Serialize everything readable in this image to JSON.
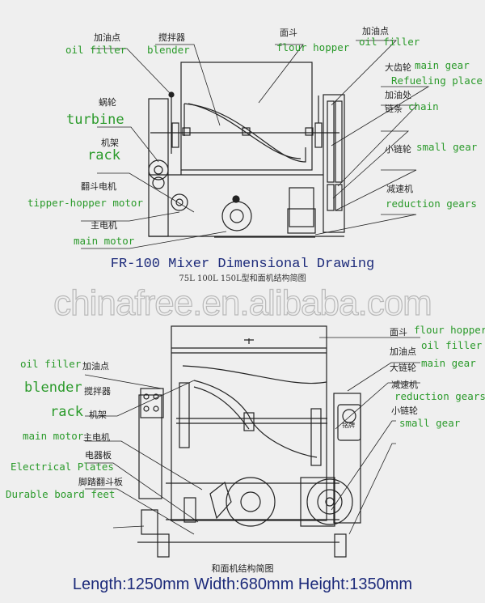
{
  "top_diagram": {
    "labels": {
      "oil_filler_left_cn": "加油点",
      "oil_filler_left_en": "oil filler",
      "blender_cn": "搅拌器",
      "blender_en": "blender",
      "flour_hopper_cn": "面斗",
      "flour_hopper_en": "flour hopper",
      "oil_filler_right_cn": "加油点",
      "oil_filler_right_en": "oil filler",
      "main_gear_cn": "大齿轮",
      "main_gear_en": "main gear",
      "refueling_en": "Refueling place",
      "refueling_cn": "加油处",
      "chain_cn": "链条",
      "chain_en": "chain",
      "turbine_cn": "蜗轮",
      "turbine_en": "turbine",
      "rack_cn": "机架",
      "rack_en": "rack",
      "small_gear_cn": "小链轮",
      "small_gear_en": "small gear",
      "tipper_motor_cn": "翻斗电机",
      "tipper_motor_en": "tipper-hopper motor",
      "reduction_cn": "减速机",
      "reduction_en": "reduction gears",
      "main_motor_cn": "主电机",
      "main_motor_en": "main motor"
    }
  },
  "title": "FR-100 Mixer Dimensional Drawing",
  "subtitle": "75L 100L 150L型和面机结构简图",
  "watermark": "chinafree.en.alibaba.com",
  "bottom_diagram": {
    "labels": {
      "flour_hopper_cn": "面斗",
      "flour_hopper_en": "flour hopper",
      "oil_filler_right_cn": "加油点",
      "oil_filler_right_en": "oil filler",
      "main_gear_cn": "大链轮",
      "main_gear_en": "main gear",
      "reduction_cn": "减速机",
      "reduction_en": "reduction gears",
      "small_gear_cn": "小链轮",
      "small_gear_en": "small gear",
      "oil_filler_left_en": "oil filler",
      "oil_filler_left_cn": "加油点",
      "blender_en": "blender",
      "blender_cn": "搅拌器",
      "rack_en": "rack",
      "rack_cn": "机架",
      "main_motor_en": "main motor",
      "main_motor_cn": "主电机",
      "electrical_cn": "电器板",
      "electrical_en": "Electrical Plates",
      "pedal_cn": "脚踏翻斗板",
      "pedal_en": "Durable board feet",
      "nameplate": "铭牌"
    },
    "caption": "和面机结构简图"
  },
  "dimensions": "Length:1250mm  Width:680mm  Height:1350mm"
}
